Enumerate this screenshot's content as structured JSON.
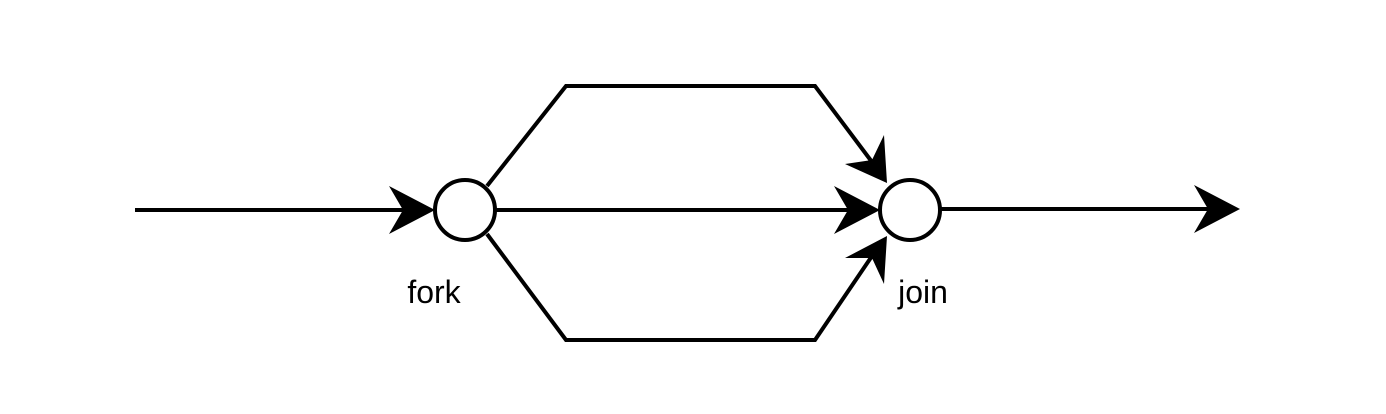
{
  "nodes": {
    "fork": {
      "label": "fork"
    },
    "join": {
      "label": "join"
    }
  },
  "edges": [
    {
      "id": "input-edge",
      "from": "",
      "to": "fork"
    },
    {
      "id": "upper-branch",
      "from": "fork",
      "to": "join"
    },
    {
      "id": "middle-branch",
      "from": "fork",
      "to": "join"
    },
    {
      "id": "lower-branch",
      "from": "fork",
      "to": "join"
    },
    {
      "id": "output-edge",
      "from": "join",
      "to": ""
    }
  ],
  "colors": {
    "stroke": "#000000",
    "node_fill": "#ffffff",
    "background": "#ffffff"
  }
}
